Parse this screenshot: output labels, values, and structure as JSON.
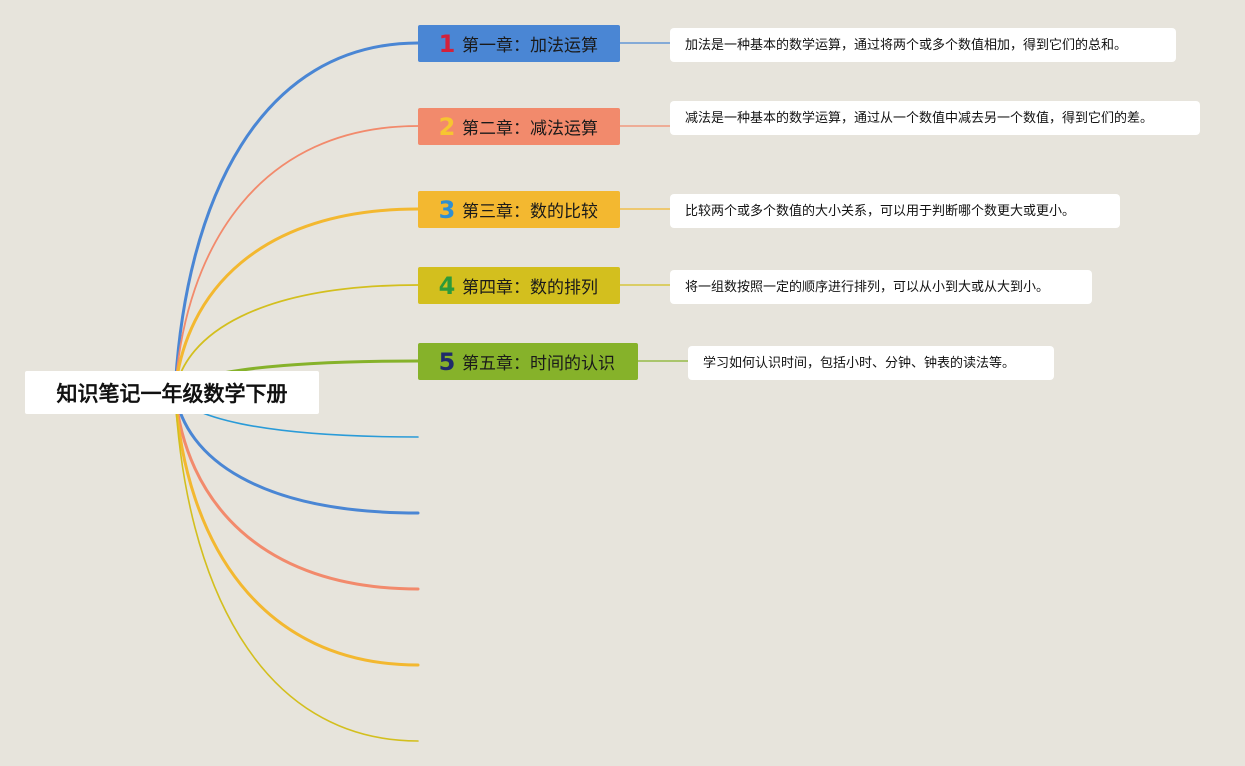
{
  "root": {
    "title": "知识笔记一年级数学下册"
  },
  "chapters": [
    {
      "number": "1",
      "title": "第一章：加法运算",
      "color": "#4a86d4",
      "number_color": "#d3213b",
      "description": "加法是一种基本的数学运算，通过将两个或多个数值相加，得到它们的总和。"
    },
    {
      "number": "2",
      "title": "第二章：减法运算",
      "color": "#f28a6c",
      "number_color": "#f7c531",
      "description": "减法是一种基本的数学运算，通过从一个数值中减去另一个数值，得到它们的差。"
    },
    {
      "number": "3",
      "title": "第三章：数的比较",
      "color": "#f3b830",
      "number_color": "#2f8fd2",
      "description": "比较两个或多个数值的大小关系，可以用于判断哪个数更大或更小。"
    },
    {
      "number": "4",
      "title": "第四章：数的排列",
      "color": "#d3bf1e",
      "number_color": "#2d9a39",
      "description": "将一组数按照一定的顺序进行排列，可以从小到大或从大到小。"
    },
    {
      "number": "5",
      "title": "第五章：时间的认识",
      "color": "#86b22a",
      "number_color": "#1f2b6b",
      "description": "学习如何认识时间，包括小时、分钟、钟表的读法等。"
    }
  ],
  "connector_colors": {
    "lower_branches": [
      "#2a9bd8",
      "#4a86d4",
      "#f28a6c",
      "#f3b830",
      "#d3bf1e"
    ]
  }
}
